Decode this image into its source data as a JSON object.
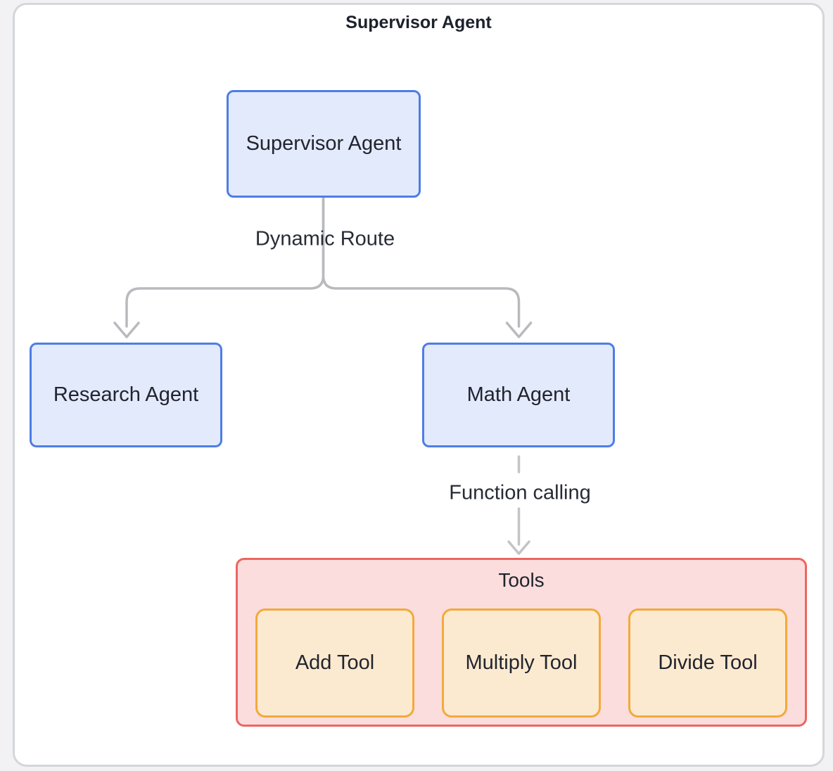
{
  "diagram": {
    "title": "Supervisor Agent"
  },
  "nodes": {
    "supervisor": {
      "label": "Supervisor Agent"
    },
    "research": {
      "label": "Research Agent"
    },
    "math": {
      "label": "Math Agent"
    }
  },
  "edges": {
    "dynamic_route": {
      "label": "Dynamic Route",
      "from": "supervisor",
      "to": "research & math",
      "style": "solid"
    },
    "function_calling": {
      "label": "Function calling",
      "from": "math",
      "to": "tools",
      "style": "dashed"
    }
  },
  "tools": {
    "title": "Tools",
    "items": [
      {
        "label": "Add Tool"
      },
      {
        "label": "Multiply Tool"
      },
      {
        "label": "Divide Tool"
      }
    ]
  },
  "colors": {
    "node_fill": "#e3eafc",
    "node_border": "#4e7de5",
    "tools_fill": "#fbdddd",
    "tools_border": "#ed6560",
    "tool_fill": "#fcead0",
    "tool_border": "#f4a93c",
    "edge": "#b9babd",
    "edge_dashed": "#c3c4c7",
    "text": "#21242e",
    "card_border": "#d4d6da"
  }
}
